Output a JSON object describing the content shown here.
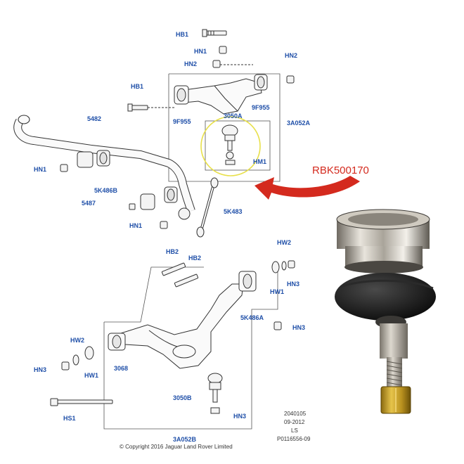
{
  "part_number": "RBK500170",
  "labels": {
    "hb1_top": "HB1",
    "hn1_top": "HN1",
    "hn2_top": "HN2",
    "hn2_right": "HN2",
    "hb1_left": "HB1",
    "f9955_left": "9F955",
    "f9955_right": "9F955",
    "l3050a": "3050A",
    "l3a052a": "3A052A",
    "l5482": "5482",
    "hn1_mid_left": "HN1",
    "hm1": "HM1",
    "l5k486b": "5K486B",
    "l5487": "5487",
    "l5k483": "5K483",
    "hn1_lower": "HN1",
    "hb2_a": "HB2",
    "hb2_b": "HB2",
    "hw2_right": "HW2",
    "hw1_right": "HW1",
    "hn3_right": "HN3",
    "l5k486a": "5K486A",
    "hn3_mid": "HN3",
    "hw2_left": "HW2",
    "hn3_left": "HN3",
    "hw1_left": "HW1",
    "l3068": "3068",
    "l3050b": "3050B",
    "hn3_low": "HN3",
    "hs1": "HS1",
    "l3a052b": "3A052B"
  },
  "footnote": {
    "line1": "2040105",
    "line2": "09-2012",
    "line3": "LS",
    "line4": "P0116556-09",
    "copyright": "© Copyright 2016 Jaguar Land Rover Limited"
  },
  "colors": {
    "label": "#1f4fa8",
    "arrow": "#d42a1e",
    "highlight_circle": "#e8e04a",
    "line": "#333333"
  }
}
